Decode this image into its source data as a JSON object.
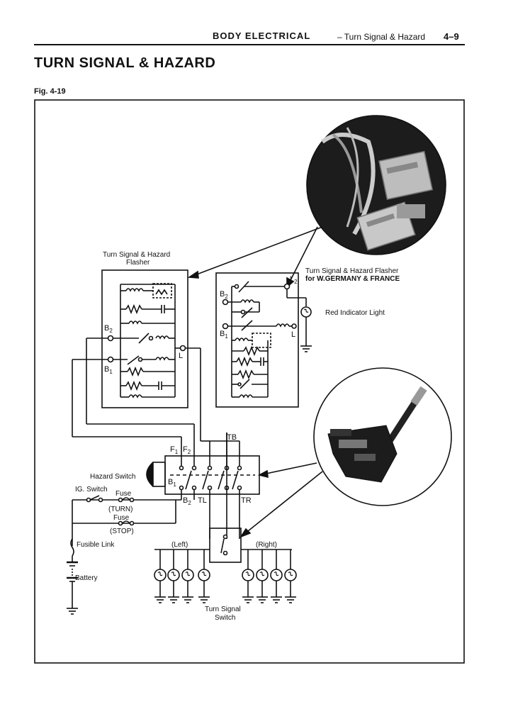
{
  "header": {
    "section": "BODY ELECTRICAL",
    "subsection": "– Turn Signal & Hazard",
    "page": "4–9"
  },
  "title": "TURN SIGNAL & HAZARD",
  "figure_label": "Fig. 4-19",
  "diagram": {
    "flasher_title_line1": "Turn Signal & Hazard",
    "flasher_title_line2": "Flasher",
    "export_title_line1": "Turn Signal & Hazard Flasher",
    "export_title_line2": "for W.GERMANY & FRANCE",
    "red_indicator": "Red Indicator Light",
    "hazard_switch": "Hazard Switch",
    "ig_switch": "IG. Switch",
    "fuse": "Fuse",
    "turn": "(TURN)",
    "stop": "(STOP)",
    "fusible_link": "Fusible Link",
    "battery": "Battery",
    "left": "(Left)",
    "right": "(Right)",
    "tsw_line1": "Turn Signal",
    "tsw_line2": "Switch",
    "terms": {
      "b2": "B",
      "b2_sub": "2",
      "b1": "B",
      "b1_sub": "1",
      "l": "L",
      "l2": "L",
      "l2_sub": "2",
      "f1": "F",
      "f1_sub": "1",
      "f2": "F",
      "f2_sub": "2",
      "tb": "TB",
      "tl": "TL",
      "tr": "TR"
    }
  }
}
